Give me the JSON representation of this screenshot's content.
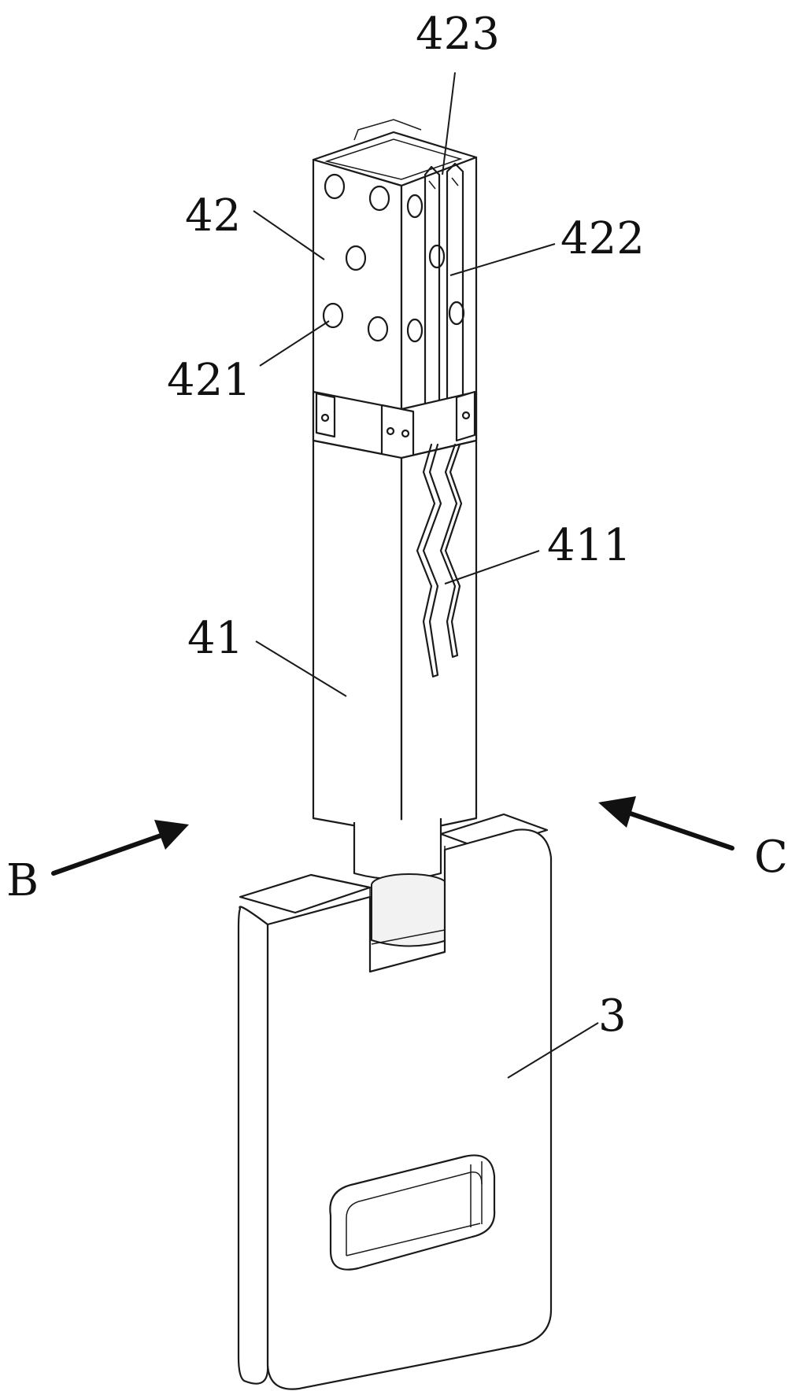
{
  "labels": {
    "l423": "423",
    "l42": "42",
    "l422": "422",
    "l421": "421",
    "l411": "411",
    "l41": "41",
    "l3": "3",
    "lB": "B",
    "lC": "C"
  }
}
